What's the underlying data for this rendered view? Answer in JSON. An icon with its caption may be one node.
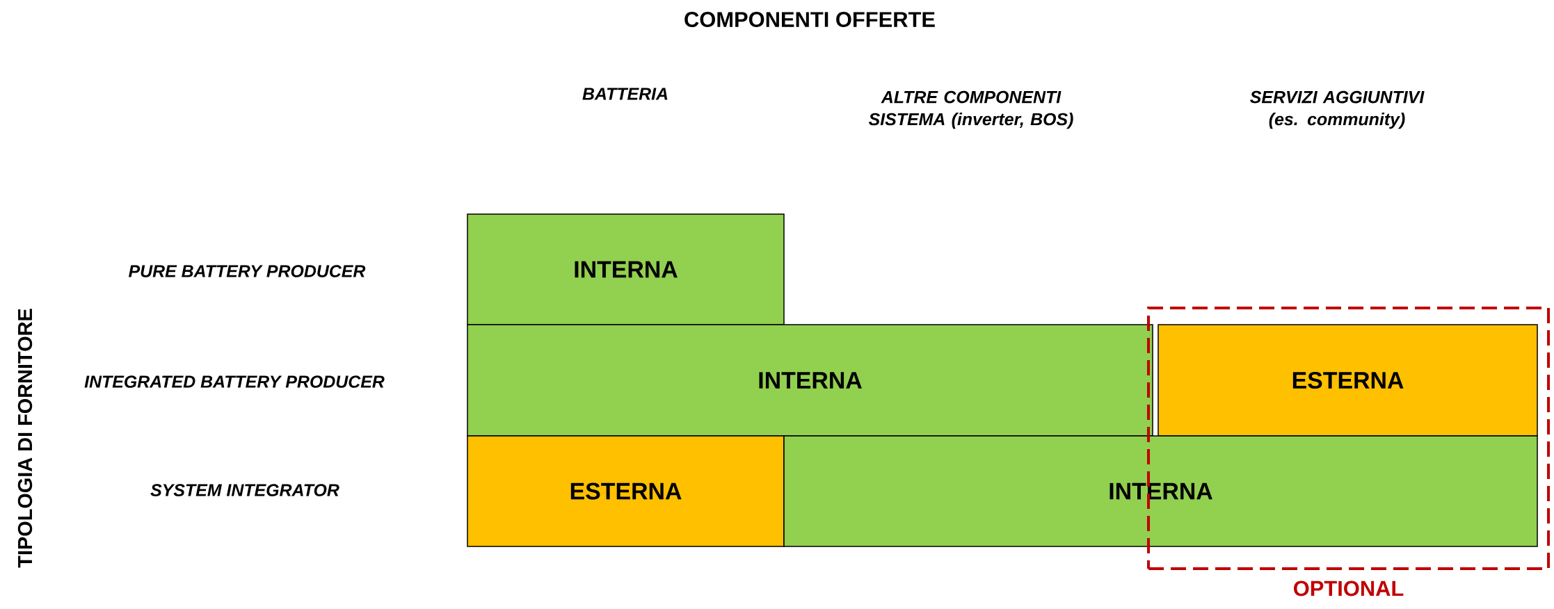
{
  "diagram": {
    "title": "COMPONENTI OFFERTE",
    "nodes": [
      {
        "text": [
          "INTERNA"
        ]
      },
      {
        "text": [
          "OPTIONAL"
        ]
      },
      {
        "text": [
          "INTERNA"
        ]
      },
      {
        "text": [
          "ESTERNA"
        ],
        "in": 1
      },
      {
        "text": [
          "ESTERNA"
        ]
      },
      {
        "text": [
          "INTERNA"
        ]
      }
    ],
    "labels": [
      "BATTERIA",
      "ALTRE COMPONENTI SISTEMA (inverter, BOS)",
      "SERVIZI AGGIUNTIVI (es. community)",
      "TIPOLOGIA DI FORNITORE",
      "PURE BATTERY PRODUCER",
      "INTEGRATED BATTERY PRODUCER",
      "SYSTEM INTEGRATOR"
    ]
  }
}
